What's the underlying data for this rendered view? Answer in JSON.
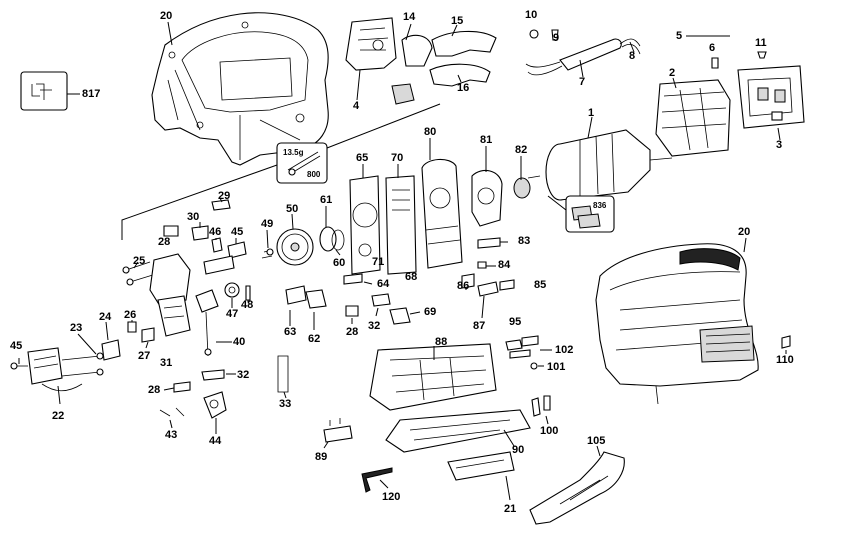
{
  "callouts": {
    "n20a": "20",
    "n14": "14",
    "n15": "15",
    "n10": "10",
    "n9": "9",
    "n8": "8",
    "n5": "5",
    "n6": "6",
    "n11": "11",
    "n817": "817",
    "n4": "4",
    "n16": "16",
    "n7": "7",
    "n2": "2",
    "n3": "3",
    "n1": "1",
    "n80": "80",
    "n81": "81",
    "n82": "82",
    "n65": "65",
    "n70": "70",
    "n29": "29",
    "n30": "30",
    "n46": "46",
    "n45a": "45",
    "n28a": "28",
    "n50": "50",
    "n61": "61",
    "n49": "49",
    "n60": "60",
    "n71": "71",
    "n68": "68",
    "n83": "83",
    "n84": "84",
    "n85": "85",
    "n86": "86",
    "n25": "25",
    "n48": "48",
    "n47": "47",
    "n64": "64",
    "n63": "63",
    "n62": "62",
    "n28b": "28",
    "n32a": "32",
    "n69": "69",
    "n87": "87",
    "n95": "95",
    "n102": "102",
    "n101": "101",
    "n100": "100",
    "n23": "23",
    "n24": "24",
    "n26": "26",
    "n27": "27",
    "n31": "31",
    "n40": "40",
    "n45b": "45",
    "n22": "22",
    "n28c": "28",
    "n32b": "32",
    "n33": "33",
    "n43": "43",
    "n44": "44",
    "n88": "88",
    "n89": "89",
    "n90": "90",
    "n120": "120",
    "n21": "21",
    "n105": "105",
    "n20b": "20",
    "n110": "110"
  },
  "kits": {
    "grease_weight": "13.5g",
    "grease_part": "800",
    "kit_836": "836"
  }
}
